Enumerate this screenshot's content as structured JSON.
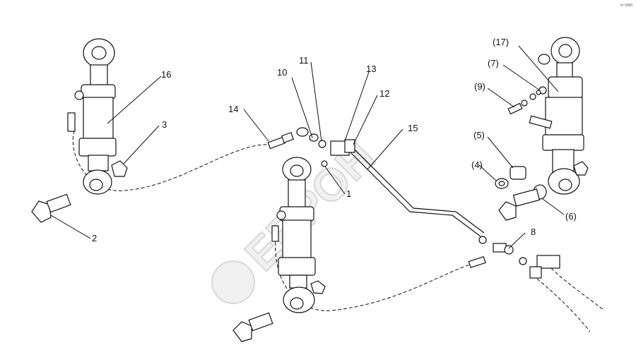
{
  "watermark": "ЕВРОН",
  "corner_code": "sᴴ 0000",
  "labels": {
    "l1": "1",
    "l2": "2",
    "l3": "3",
    "l8": "8",
    "l10": "10",
    "l11": "11",
    "l12": "12",
    "l13": "13",
    "l14": "14",
    "l15": "15",
    "l16": "16",
    "l4": "(4)",
    "l5": "(5)",
    "l6": "(6)",
    "l7": "(7)",
    "l9": "(9)",
    "l17": "(17)"
  }
}
